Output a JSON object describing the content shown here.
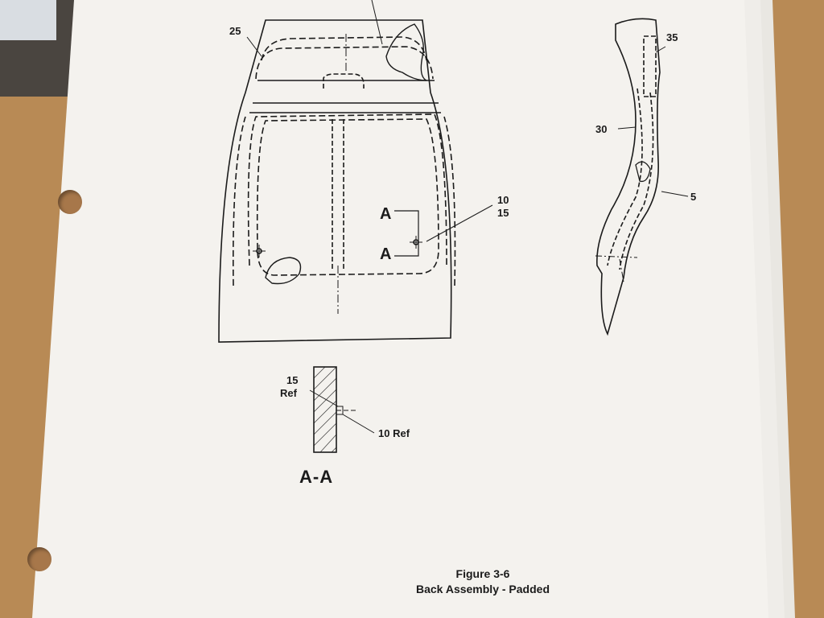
{
  "drawing": {
    "callouts": {
      "item_25": "25",
      "item_35": "35",
      "item_30": "30",
      "item_5": "5",
      "item_10": "10",
      "item_15": "15",
      "section_top": "A",
      "section_bottom": "A"
    },
    "section_view": {
      "label_15": "15",
      "label_ref": "Ref",
      "label_10ref": "10 Ref",
      "title": "A-A"
    }
  },
  "caption": {
    "figure": "Figure 3-6",
    "title": "Back Assembly - Padded"
  },
  "colors": {
    "paper": "#f4f2ee",
    "ink": "#1b1b1b",
    "desk": "#b88a55"
  }
}
